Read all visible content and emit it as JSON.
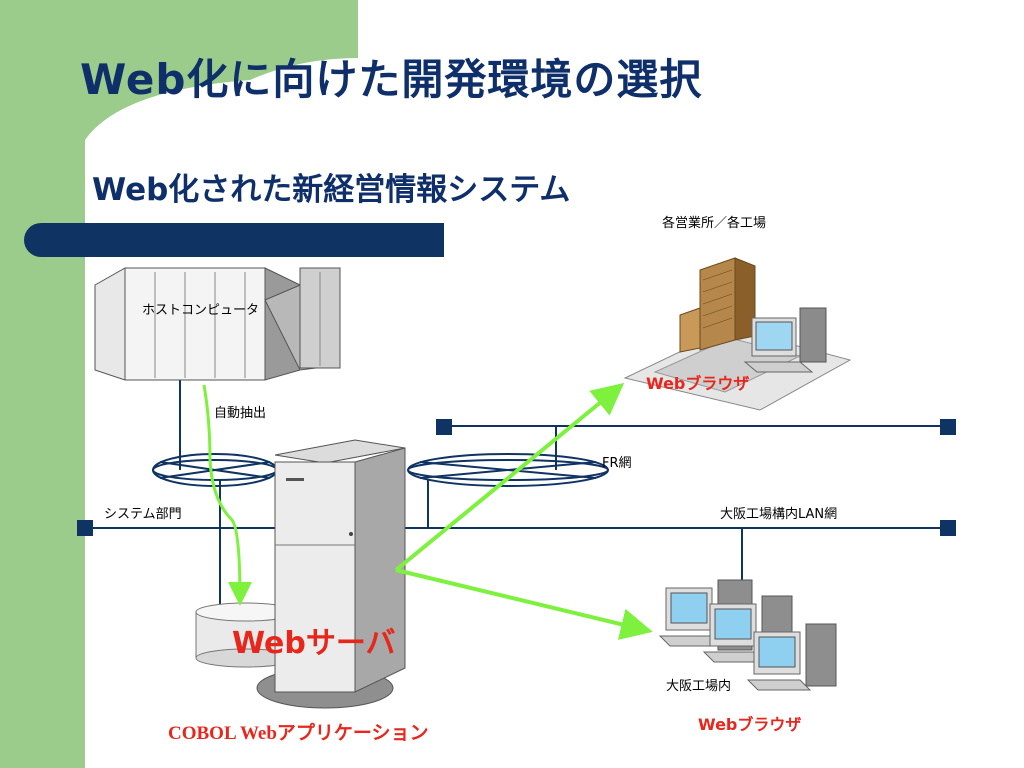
{
  "title": "Web化に向けた開発環境の選択",
  "subtitle": "Web化された新経営情報システム",
  "labels": {
    "host_computer": "ホストコンピュータ",
    "auto_extract": "自動抽出",
    "system_dept": "システム部門",
    "fr_network": "FR網",
    "osaka_lan": "大阪工場構内LAN網",
    "branches": "各営業所／各工場",
    "web_browser_branch": "Webブラウザ",
    "web_server": "Webサーバ",
    "osaka_factory": "大阪工場内",
    "web_browser_osaka": "Webブラウザ",
    "cobol_app": "COBOL Webアプリケーション"
  },
  "colors": {
    "sidebar_green": "#9ccc8c",
    "navy": "#0f3363",
    "title_blue": "#0f2f6b",
    "accent_red": "#e8261b",
    "arrow_green": "#7ef03e"
  }
}
